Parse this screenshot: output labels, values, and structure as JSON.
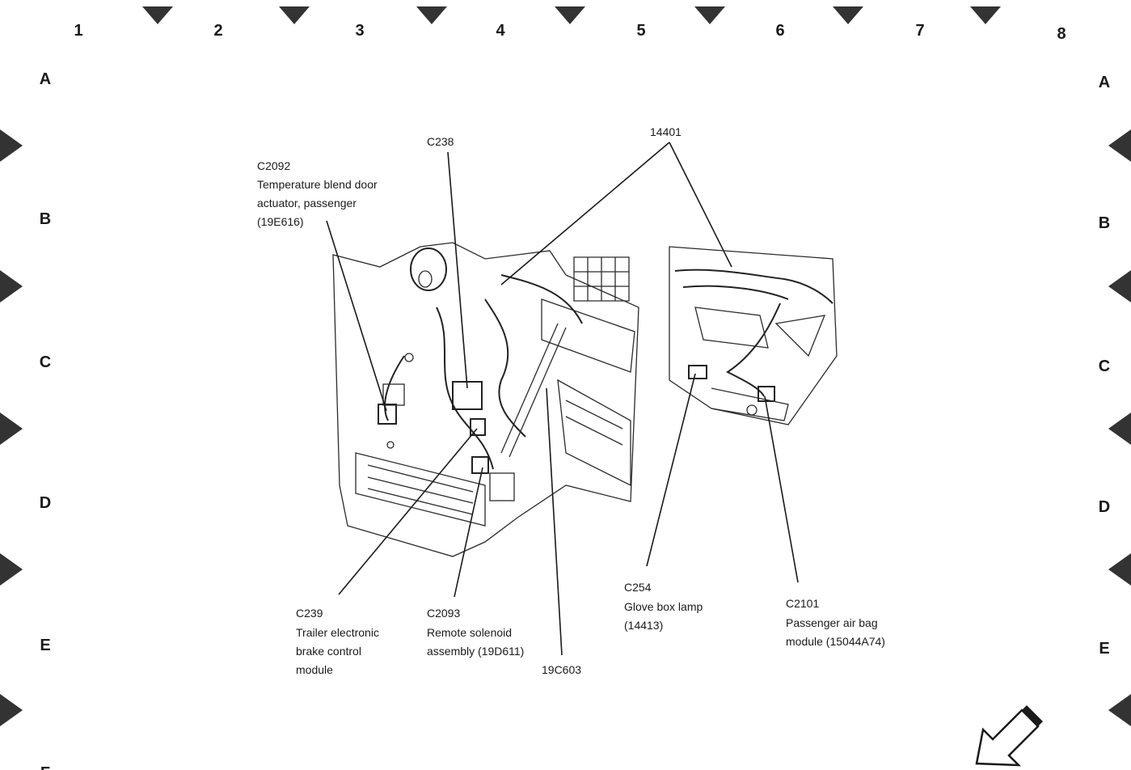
{
  "grid": {
    "columns": [
      "1",
      "2",
      "3",
      "4",
      "5",
      "6",
      "7",
      "8"
    ],
    "rows": [
      "A",
      "B",
      "C",
      "D",
      "E",
      "F"
    ]
  },
  "callouts": {
    "c2092_code": "C2092",
    "c2092_line1": "Temperature blend door",
    "c2092_line2": "actuator, passenger",
    "c2092_line3": "(19E616)",
    "c238_code": "C238",
    "harness_14401": "14401",
    "c239_code": "C239",
    "c239_line1": "Trailer electronic",
    "c239_line2": "brake control",
    "c239_line3": "module",
    "c2093_code": "C2093",
    "c2093_line1": "Remote solenoid",
    "c2093_line2": "assembly (19D611)",
    "code_19c603": "19C603",
    "c254_code": "C254",
    "c254_line1": "Glove box lamp",
    "c254_line2": "(14413)",
    "c2101_code": "C2101",
    "c2101_line1": "Passenger air bag",
    "c2101_line2": "module (15044A74)"
  },
  "icons": {
    "front_arrow": "vehicle-front-direction-arrow"
  }
}
